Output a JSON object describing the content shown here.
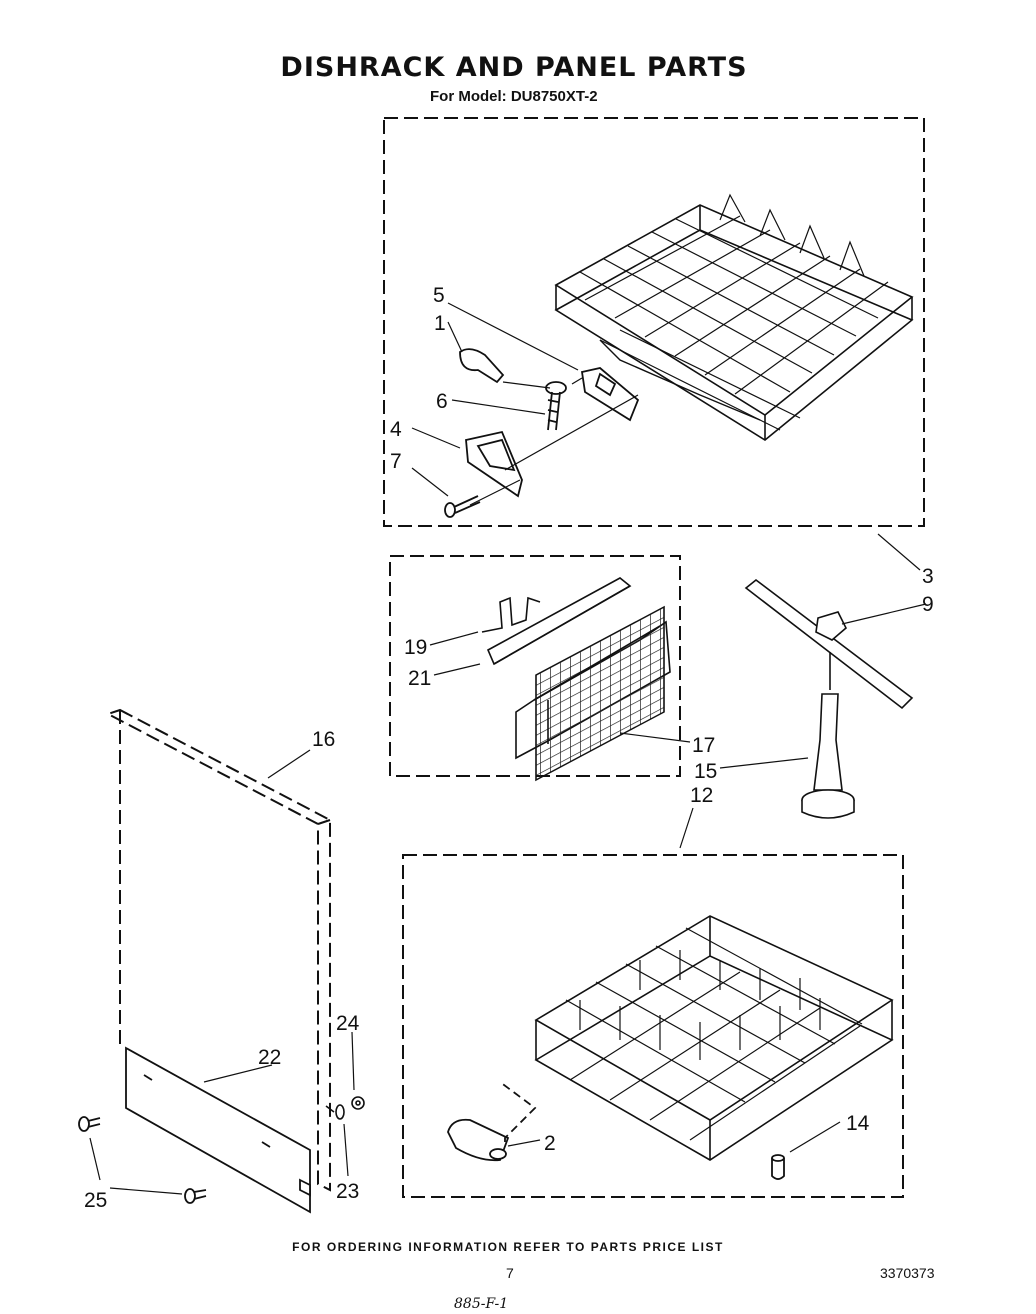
{
  "title": "DISHRACK AND PANEL PARTS",
  "subtitle": "For Model: DU8750XT-2",
  "footer_note": "FOR ORDERING INFORMATION REFER TO PARTS PRICE LIST",
  "page_number": "7",
  "document_number": "3370373",
  "handwritten_note": "885-F-1",
  "callouts": {
    "c1": "1",
    "c2": "2",
    "c3": "3",
    "c4": "4",
    "c5": "5",
    "c6": "6",
    "c7": "7",
    "c9": "9",
    "c12": "12",
    "c14": "14",
    "c15": "15",
    "c16": "16",
    "c17": "17",
    "c19": "19",
    "c21": "21",
    "c22": "22",
    "c23": "23",
    "c24": "24",
    "c25": "25"
  }
}
